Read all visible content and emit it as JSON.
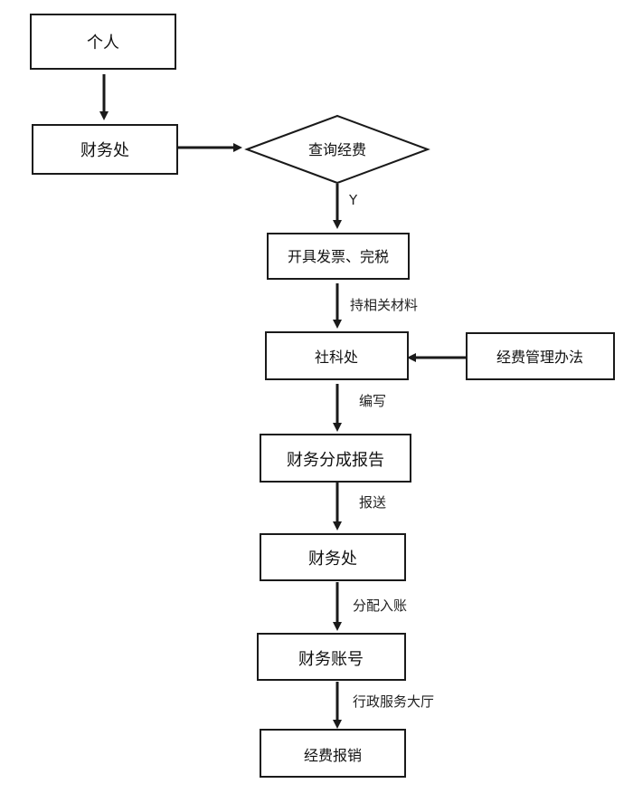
{
  "nodes": {
    "personal": "个人",
    "finance_office_1": "财务处",
    "check_funds": "查询经费",
    "invoice_tax": "开具发票、完税",
    "social_science_office": "社科处",
    "funds_rules": "经费管理办法",
    "finance_report": "财务分成报告",
    "finance_office_2": "财务处",
    "finance_account": "财务账号",
    "reimbursement": "经费报销"
  },
  "edge_labels": {
    "yes": "Y",
    "with_materials": "持相关材料",
    "compile": "编写",
    "submit": "报送",
    "allocate": "分配入账",
    "service_hall": "行政服务大厅"
  }
}
